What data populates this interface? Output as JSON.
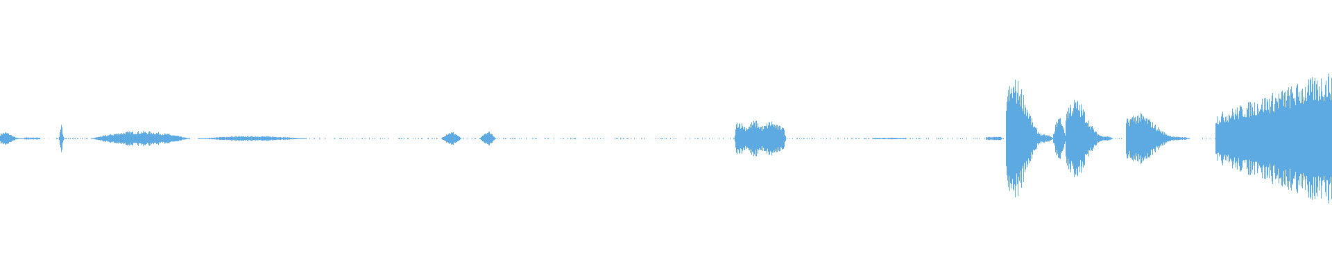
{
  "waveform": {
    "color": "#5DA9E2",
    "background": "#FFFFFF",
    "segments": [
      {
        "start": 0.0,
        "end": 0.018,
        "amp": 0.06,
        "shape": "decay"
      },
      {
        "start": 0.018,
        "end": 0.03,
        "amp": 0.008,
        "shape": "flat"
      },
      {
        "start": 0.044,
        "end": 0.05,
        "amp": 0.13,
        "shape": "spike"
      },
      {
        "start": 0.068,
        "end": 0.142,
        "amp": 0.055,
        "shape": "swell"
      },
      {
        "start": 0.148,
        "end": 0.23,
        "amp": 0.018,
        "shape": "swell"
      },
      {
        "start": 0.331,
        "end": 0.346,
        "amp": 0.05,
        "shape": "swell"
      },
      {
        "start": 0.36,
        "end": 0.372,
        "amp": 0.055,
        "shape": "swell"
      },
      {
        "start": 0.551,
        "end": 0.59,
        "amp": 0.135,
        "shape": "plateau"
      },
      {
        "start": 0.655,
        "end": 0.68,
        "amp": 0.006,
        "shape": "flat"
      },
      {
        "start": 0.74,
        "end": 0.752,
        "amp": 0.012,
        "shape": "flat"
      },
      {
        "start": 0.755,
        "end": 0.79,
        "amp": 0.54,
        "shape": "decay"
      },
      {
        "start": 0.79,
        "end": 0.8,
        "amp": 0.17,
        "shape": "swell"
      },
      {
        "start": 0.8,
        "end": 0.835,
        "amp": 0.36,
        "shape": "decay"
      },
      {
        "start": 0.845,
        "end": 0.893,
        "amp": 0.23,
        "shape": "decay"
      },
      {
        "start": 0.912,
        "end": 1.0,
        "amp": 0.5,
        "shape": "rise"
      }
    ],
    "noise_floor": 0.004
  }
}
